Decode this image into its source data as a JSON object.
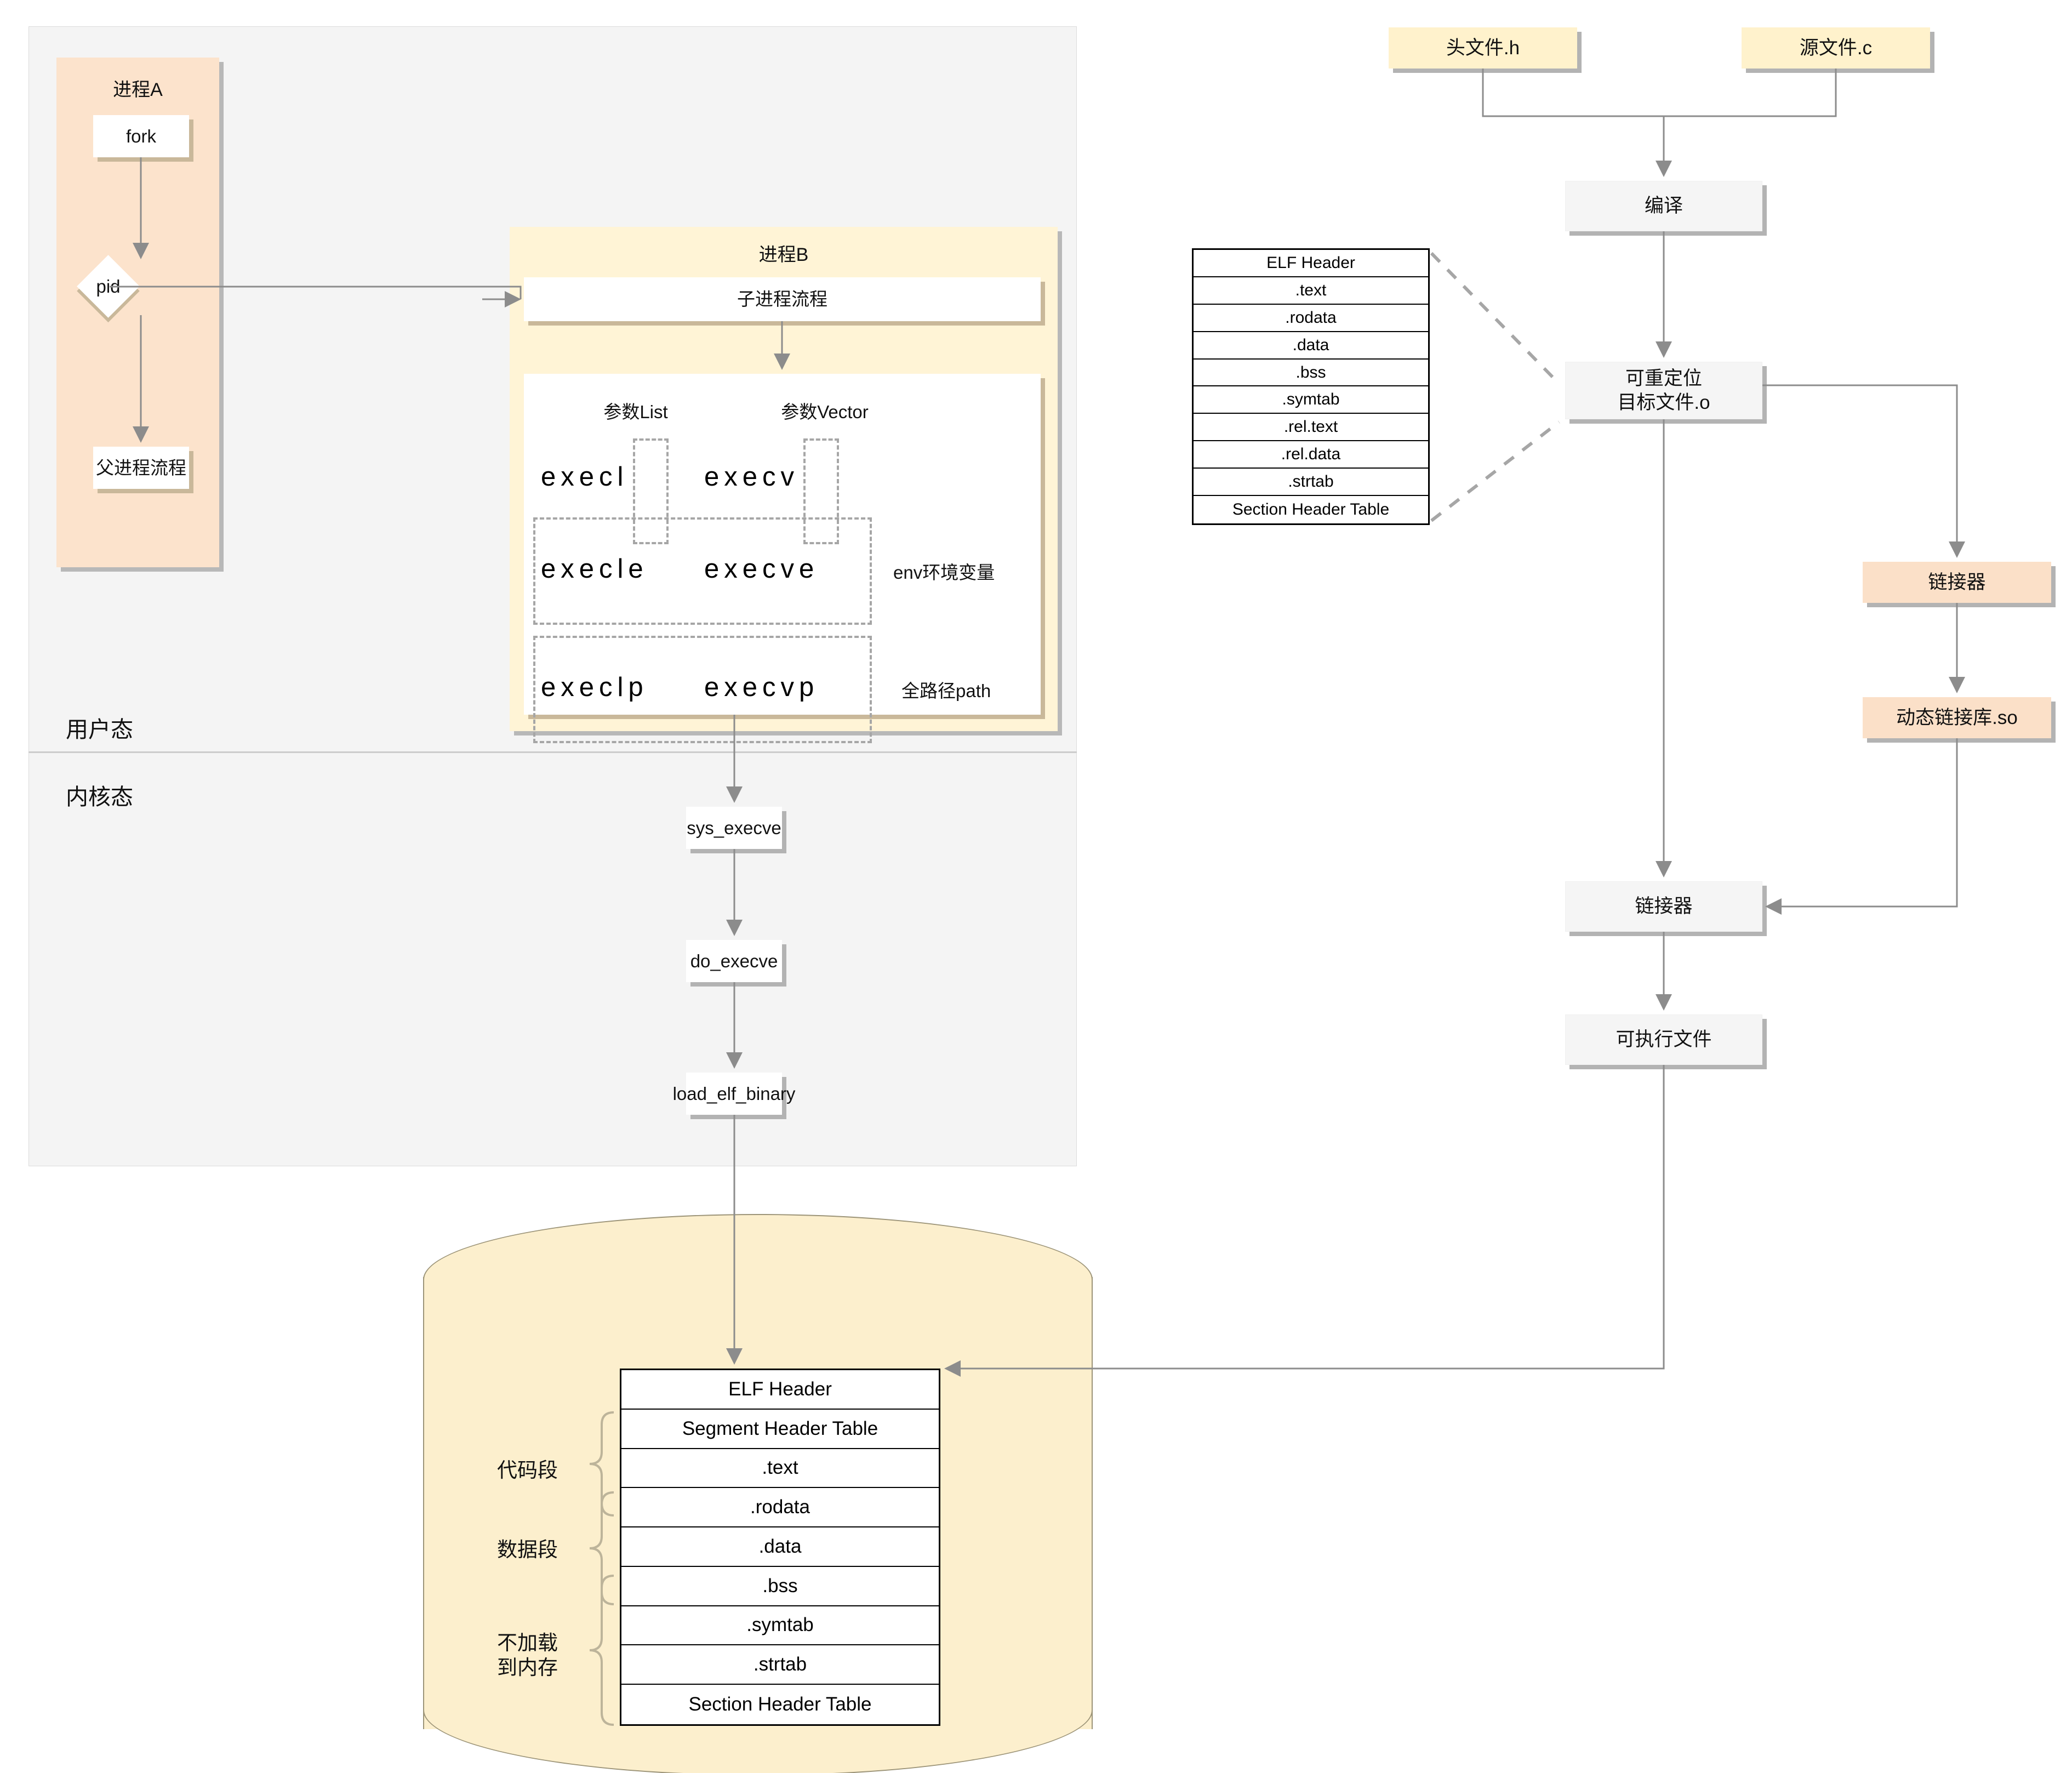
{
  "lanes": {
    "user_mode": "用户态",
    "kernel_mode": "内核态"
  },
  "process_a": {
    "title": "进程A",
    "fork": "fork",
    "pid": "pid",
    "parent_flow": "父进程流程"
  },
  "process_b": {
    "title": "进程B",
    "child_flow": "子进程流程",
    "col_head_list": "参数List",
    "col_head_vector": "参数Vector",
    "rows": [
      {
        "list": "execl",
        "vector": "execv",
        "note": ""
      },
      {
        "list": "execle",
        "vector": "execve",
        "note": "env环境变量"
      },
      {
        "list": "execlp",
        "vector": "execvp",
        "note": "全路径path"
      }
    ]
  },
  "kernel_chain": [
    "sys_execve",
    "do_execve",
    "load_elf_binary"
  ],
  "build_flow": {
    "header_file": "头文件.h",
    "source_file": "源文件.c",
    "compile": "编译",
    "relocatable_object": "可重定位\n目标文件.o",
    "relocatable_object_line1": "可重定位",
    "relocatable_object_line2": "目标文件.o",
    "linker_dynamic": "链接器",
    "shared_library": "动态链接库.so",
    "linker_final": "链接器",
    "executable": "可执行文件"
  },
  "object_file_table": {
    "rows": [
      "ELF Header",
      ".text",
      ".rodata",
      ".data",
      ".bss",
      ".symtab",
      ".rel.text",
      ".rel.data",
      ".strtab",
      "Section Header Table"
    ]
  },
  "memory_image": {
    "rows": [
      "ELF Header",
      "Segment Header Table",
      ".text",
      ".rodata",
      ".data",
      ".bss",
      ".symtab",
      ".strtab",
      "Section Header Table"
    ],
    "brackets": [
      {
        "label": "代码段"
      },
      {
        "label": "数据段"
      },
      {
        "label_line1": "不加载",
        "label_line2": "到内存"
      }
    ]
  },
  "colors": {
    "lane_bg": "#F4F4F4",
    "process_a_bg": "#FCE3CC",
    "process_b_bg": "#FFF4D6",
    "node_grey": "#F5F5F5",
    "node_peach": "#FBE0C8",
    "node_cream": "#FFF2CC",
    "cylinder": "#FCEFCD",
    "arrow": "#8C8C8C",
    "dashed": "#A6A6A6"
  }
}
